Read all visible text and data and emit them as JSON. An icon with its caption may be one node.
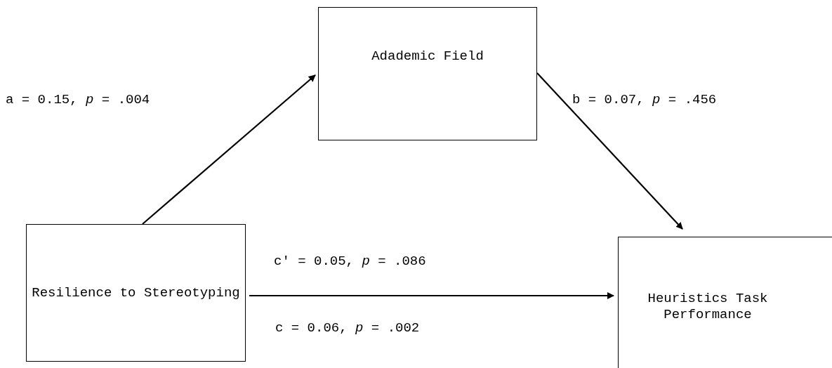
{
  "diagram": {
    "nodes": [
      {
        "text": [
          "Adademic Field"
        ]
      },
      {
        "text": [
          "Resilience to Stereotyping"
        ]
      },
      {
        "text": [
          "Heuristics Task Performance"
        ]
      }
    ],
    "edges": [
      {
        "from": 1,
        "to": 0,
        "arrow": "to"
      },
      {
        "from": 0,
        "to": 2,
        "arrow": "to"
      },
      {
        "from": 1,
        "to": 2,
        "arrow": "to"
      }
    ],
    "labels": [
      "a = 0.15, *p* = .004",
      "b = 0.07, *p* = .456",
      "c′ = 0.05, *p* = .086",
      "c = 0.06, *p* = .002"
    ]
  }
}
